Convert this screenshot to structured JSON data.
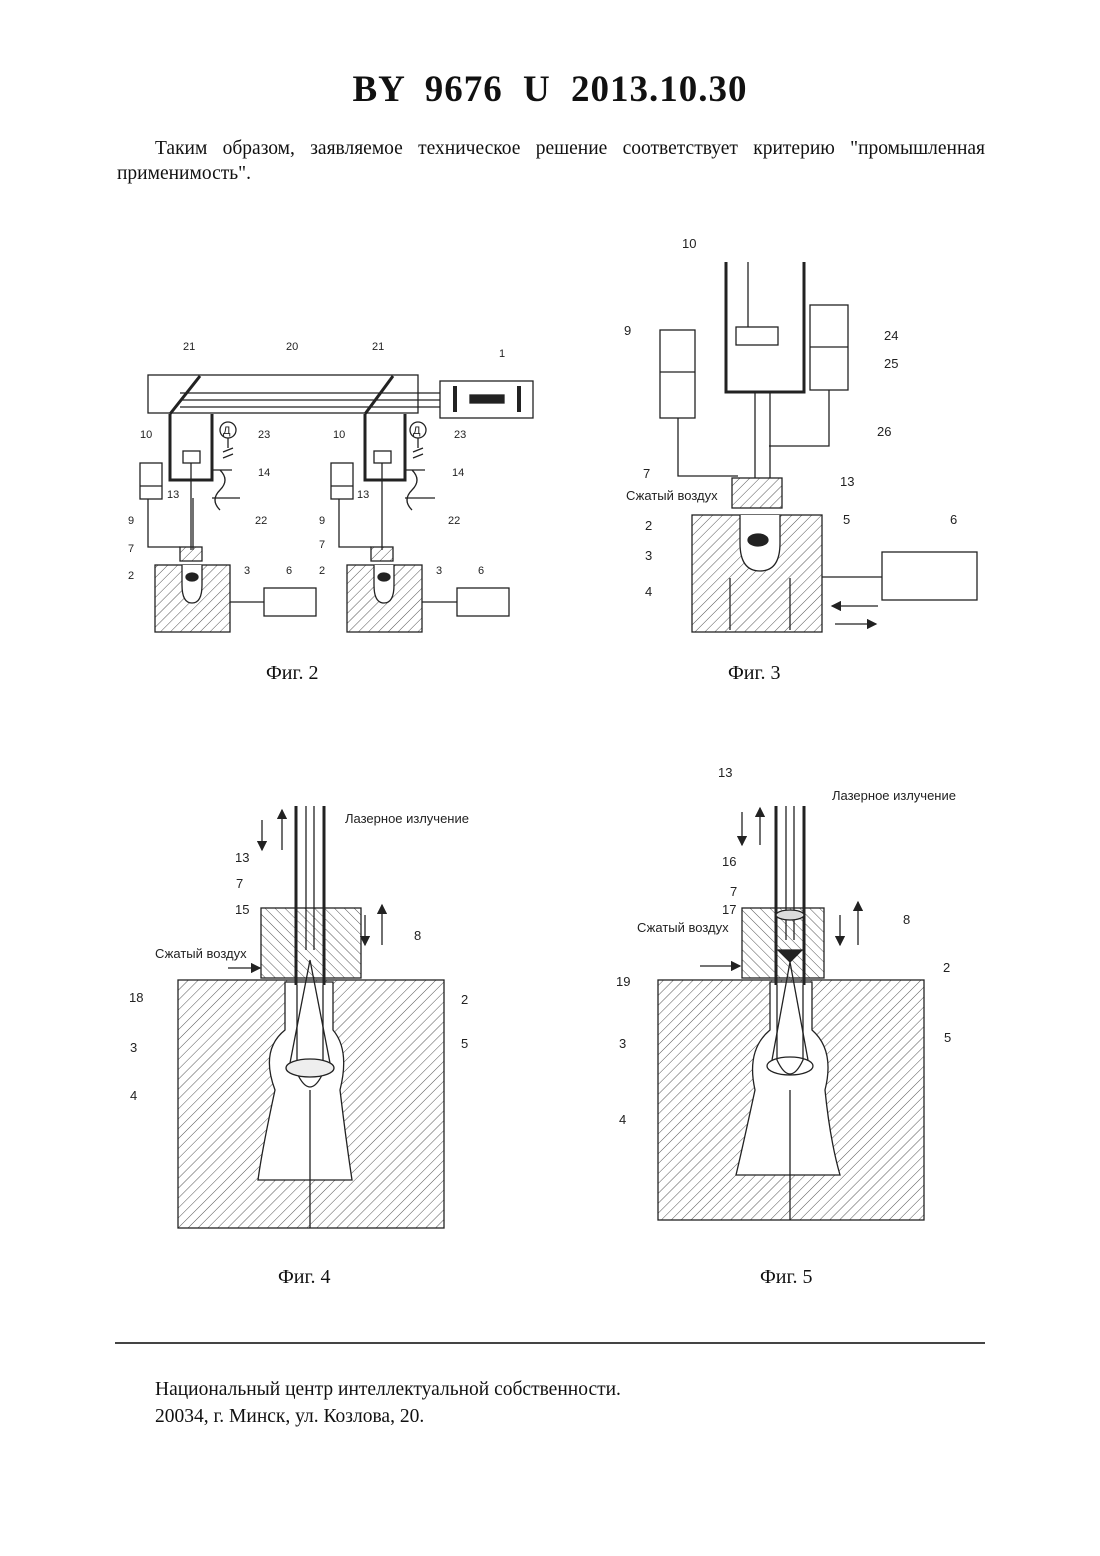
{
  "header": {
    "title": "BY 9676 U 2013.10.30"
  },
  "body": {
    "paragraph": "Таким образом, заявляемое техническое решение соответствует критерию \"промышленная применимость\"."
  },
  "figures": {
    "fig2": {
      "caption": "Фиг. 2",
      "labels": [
        "21",
        "20",
        "21",
        "1",
        "10",
        "23",
        "10",
        "23",
        "14",
        "14",
        "13",
        "13",
        "9",
        "9",
        "22",
        "22",
        "7",
        "7",
        "2",
        "3",
        "6",
        "2",
        "3",
        "6"
      ],
      "gauge": "Д"
    },
    "fig3": {
      "caption": "Фиг. 3",
      "labels": [
        "10",
        "9",
        "24",
        "25",
        "26",
        "7",
        "13",
        "2",
        "5",
        "6",
        "3",
        "4"
      ],
      "air": "Сжатый воздух"
    },
    "fig4": {
      "caption": "Фиг. 4",
      "labels": [
        "13",
        "7",
        "15",
        "8",
        "18",
        "2",
        "3",
        "5",
        "4"
      ],
      "laser": "Лазерное излучение",
      "air": "Сжатый воздух"
    },
    "fig5": {
      "caption": "Фиг. 5",
      "labels": [
        "13",
        "16",
        "7",
        "17",
        "8",
        "2",
        "19",
        "3",
        "5",
        "4"
      ],
      "laser": "Лазерное излучение",
      "air": "Сжатый воздух"
    }
  },
  "footer": {
    "line1": "Национальный центр интеллектуальной собственности.",
    "line2": "20034, г. Минск, ул. Козлова, 20."
  }
}
